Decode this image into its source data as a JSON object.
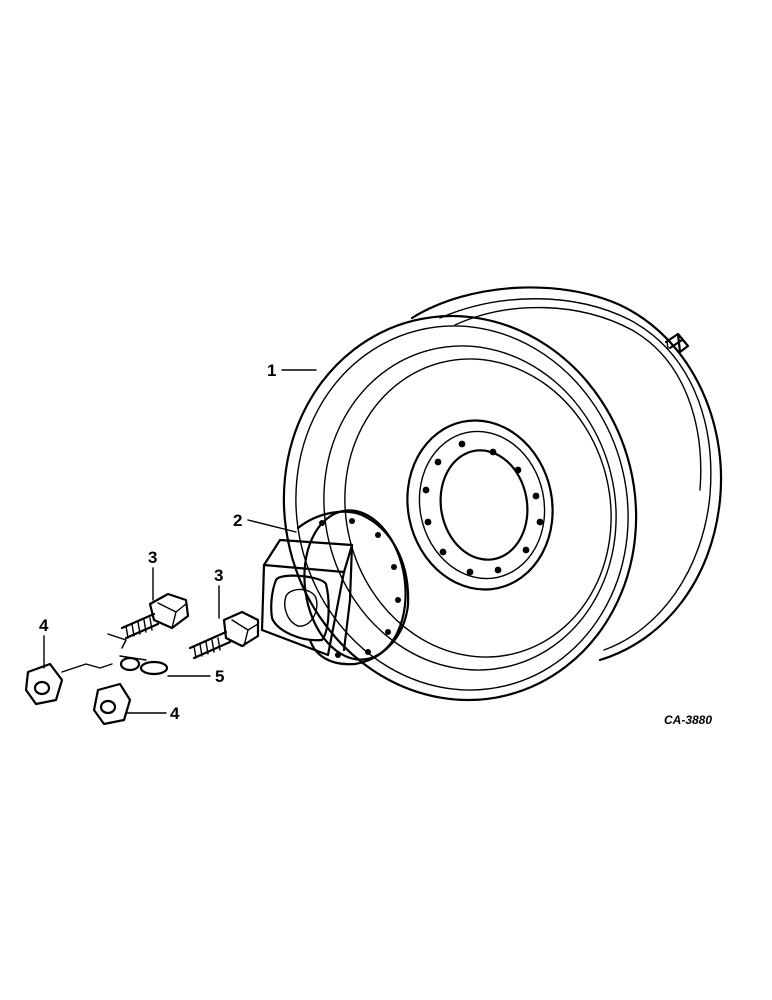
{
  "diagram": {
    "figure_code": "CA-3880",
    "callouts": [
      {
        "id": "wheel",
        "text": "1"
      },
      {
        "id": "hub",
        "text": "2"
      },
      {
        "id": "bolt-upper",
        "text": "3"
      },
      {
        "id": "bolt-lower",
        "text": "3"
      },
      {
        "id": "nut-upper",
        "text": "4"
      },
      {
        "id": "nut-lower",
        "text": "4"
      },
      {
        "id": "lock",
        "text": "5"
      }
    ]
  }
}
